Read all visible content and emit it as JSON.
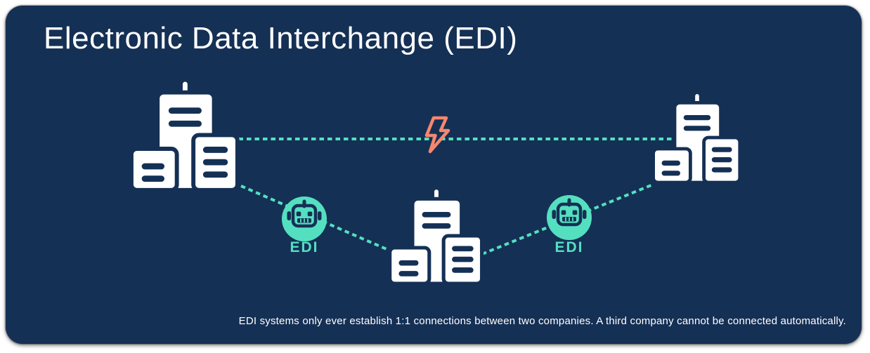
{
  "header": {
    "title": "Electronic Data Interchange (EDI)"
  },
  "diagram": {
    "companies": [
      {
        "id": "company-left",
        "icon": "company-buildings-icon",
        "position": "top-left"
      },
      {
        "id": "company-right",
        "icon": "company-buildings-icon",
        "position": "top-right"
      },
      {
        "id": "company-middle",
        "icon": "company-buildings-icon",
        "position": "bottom-middle"
      }
    ],
    "connections": [
      {
        "from": "company-left",
        "to": "company-right",
        "style": "dashed",
        "overlay_icon": "lightning-bolt-icon"
      },
      {
        "from": "company-left",
        "to": "company-middle",
        "style": "dashed",
        "overlay_icon": "edi-robot-icon"
      },
      {
        "from": "company-middle",
        "to": "company-right",
        "style": "dashed",
        "overlay_icon": "edi-robot-icon"
      }
    ],
    "edi_badges": [
      {
        "label": "EDI"
      },
      {
        "label": "EDI"
      }
    ]
  },
  "footer": {
    "caption": "EDI systems only ever establish 1:1 connections between two companies. A third company cannot be connected automatically."
  },
  "icons": {
    "buildings": "company-buildings-icon",
    "robot": "edi-robot-icon",
    "lightning": "lightning-bolt-icon"
  },
  "colors": {
    "card_background": "#153055",
    "mint_accent": "#54E0C0",
    "coral_accent": "#F5876E",
    "icon_white": "#FFFFFF"
  }
}
